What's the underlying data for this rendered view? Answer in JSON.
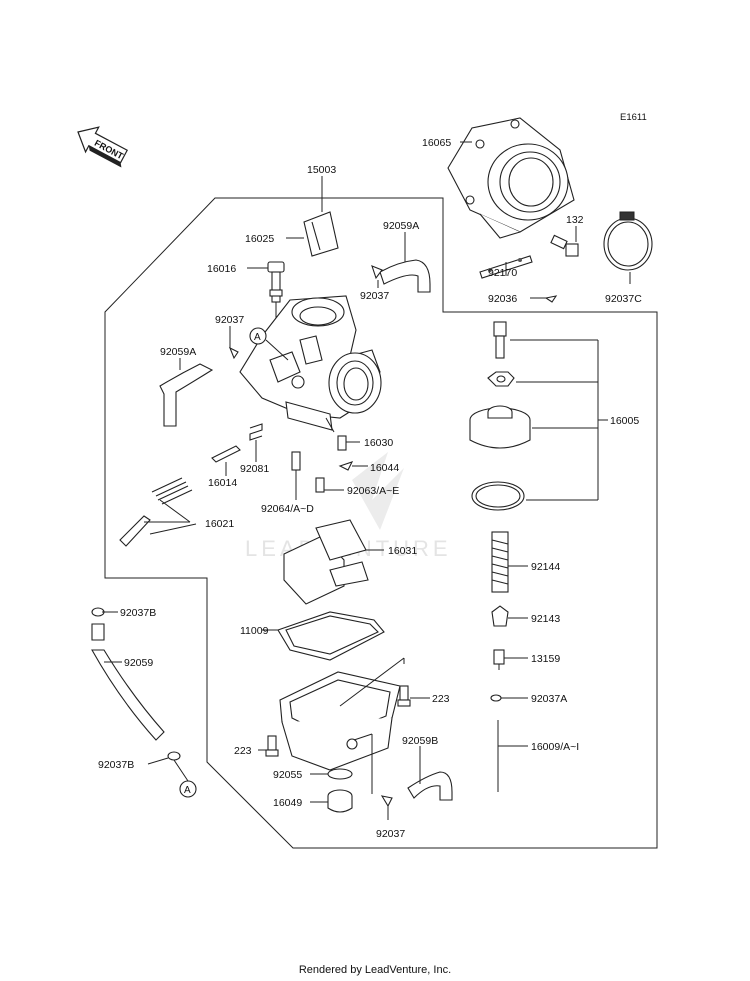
{
  "diagram_code": "E1611",
  "front_label": "FRONT",
  "watermark_text": "LEADVENTURE",
  "footer_text": "Rendered by LeadVenture, Inc.",
  "callouts": {
    "c16065": "16065",
    "c15003": "15003",
    "c16025": "16025",
    "c92059A_top": "92059A",
    "c132": "132",
    "c16016": "16016",
    "c92170": "92170",
    "c92037_top": "92037",
    "c92036": "92036",
    "c92037C": "92037C",
    "c92037_left": "92037",
    "c92059A_left": "92059A",
    "c16005": "16005",
    "c16030": "16030",
    "c92081": "92081",
    "c16044": "16044",
    "c16014": "16014",
    "c92064": "92064/A~D",
    "c92063": "92063/A~E",
    "c16021": "16021",
    "c16031": "16031",
    "c92144": "92144",
    "c92037B_top": "92037B",
    "c92143": "92143",
    "c11009": "11009",
    "c92059": "92059",
    "c13159": "13159",
    "c223_right": "223",
    "c92037A": "92037A",
    "c223_left": "223",
    "c92059B": "92059B",
    "c16009": "16009/A~I",
    "c92037B_bottom": "92037B",
    "c92055": "92055",
    "c16049": "16049",
    "c92037_bottom": "92037"
  },
  "markers": {
    "a_top": "A",
    "a_bottom": "A"
  }
}
